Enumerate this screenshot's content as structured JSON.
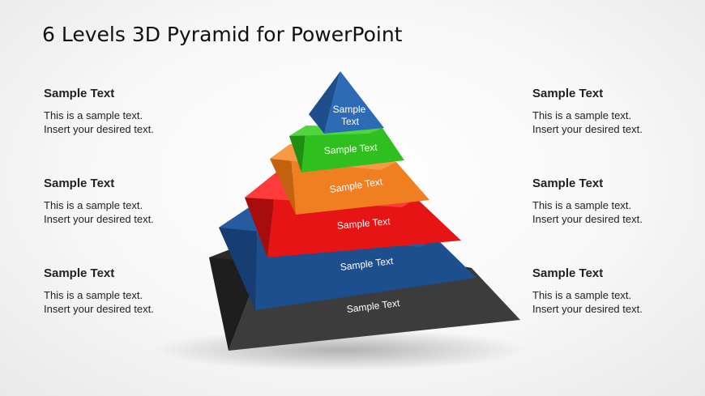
{
  "title": "6 Levels 3D Pyramid for PowerPoint",
  "left_blocks": [
    {
      "heading": "Sample Text",
      "line1": "This is a sample text.",
      "line2": "Insert your desired text."
    },
    {
      "heading": "Sample Text",
      "line1": "This is a sample text.",
      "line2": "Insert your desired text."
    },
    {
      "heading": "Sample Text",
      "line1": "This is a sample text.",
      "line2": "Insert your desired text."
    }
  ],
  "right_blocks": [
    {
      "heading": "Sample Text",
      "line1": "This is a sample text.",
      "line2": "Insert your desired text."
    },
    {
      "heading": "Sample Text",
      "line1": "This is a sample text.",
      "line2": "Insert your desired text."
    },
    {
      "heading": "Sample Text",
      "line1": "This is a sample text.",
      "line2": "Insert your desired text."
    }
  ],
  "pyramid_levels": [
    {
      "label_line1": "Sample",
      "label_line2": "Text",
      "color": "#2e6bb5"
    },
    {
      "label": "Sample Text",
      "color": "#2fbf1f"
    },
    {
      "label": "Sample Text",
      "color": "#f07f22"
    },
    {
      "label": "Sample Text",
      "color": "#e61414"
    },
    {
      "label": "Sample Text",
      "color": "#1d4f8f"
    },
    {
      "label": "Sample Text",
      "color": "#333333"
    }
  ]
}
